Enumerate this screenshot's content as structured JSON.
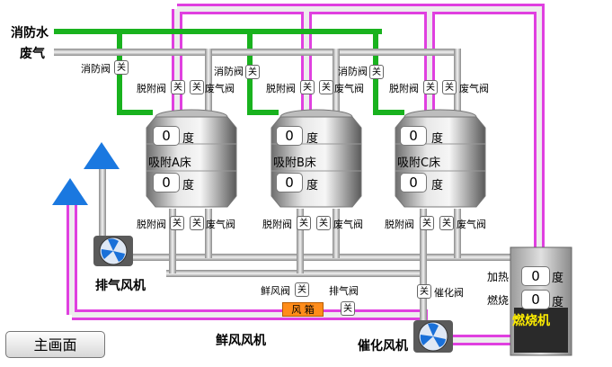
{
  "legend": {
    "fire_water": "消防水",
    "waste_gas": "废气"
  },
  "valves": {
    "fire_valve": "消防阀",
    "desorb_valve": "脱附阀",
    "waste_valve": "废气阀",
    "fresh_air_valve": "鲜风阀",
    "exhaust_valve": "排气阀",
    "catalytic_valve": "催化阀",
    "state_text": "关"
  },
  "beds": [
    {
      "name": "吸附A床",
      "value_top": "0",
      "value_bottom": "0",
      "unit": "度"
    },
    {
      "name": "吸附B床",
      "value_top": "0",
      "value_bottom": "0",
      "unit": "度"
    },
    {
      "name": "吸附C床",
      "value_top": "0",
      "value_bottom": "0",
      "unit": "度"
    }
  ],
  "burner": {
    "title": "燃烧机",
    "heating_label": "加热",
    "heating_value": "0",
    "combustion_label": "燃烧",
    "combustion_value": "0",
    "unit": "度"
  },
  "fans": {
    "exhaust": "排气风机",
    "fresh_air": "鲜风风机",
    "catalytic": "催化风机"
  },
  "air_box": "风 箱",
  "main_button": "主画面",
  "colors": {
    "water_pipe": "#19b21e",
    "gas_pipe": "#c0c0c0",
    "desorb_pipe": "#e040e0",
    "fan_blue": "#1a70d8",
    "arrow_blue": "#1a78e0",
    "air_box": "#ff8c1a",
    "burner_text": "#ffee00"
  }
}
